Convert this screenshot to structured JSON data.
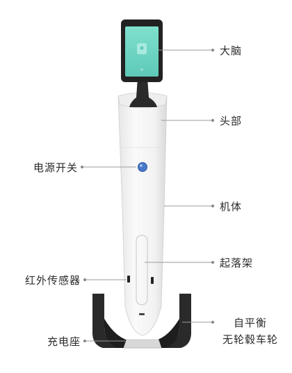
{
  "callouts": {
    "brain": "大脑",
    "head": "头部",
    "power_switch": "电源开关",
    "body": "机体",
    "landing_gear": "起落架",
    "ir_sensor": "红外传感器",
    "self_balancing_line1": "自平衡",
    "self_balancing_line2": "无轮毂车轮",
    "charging_base": "充电座"
  },
  "colors": {
    "screen_accent": "#6fd3c2",
    "body_white": "#f4f4f4",
    "wheel_black": "#2a2a2a",
    "power_button": "#4a78c8",
    "leader_line": "#9a9a9a"
  }
}
